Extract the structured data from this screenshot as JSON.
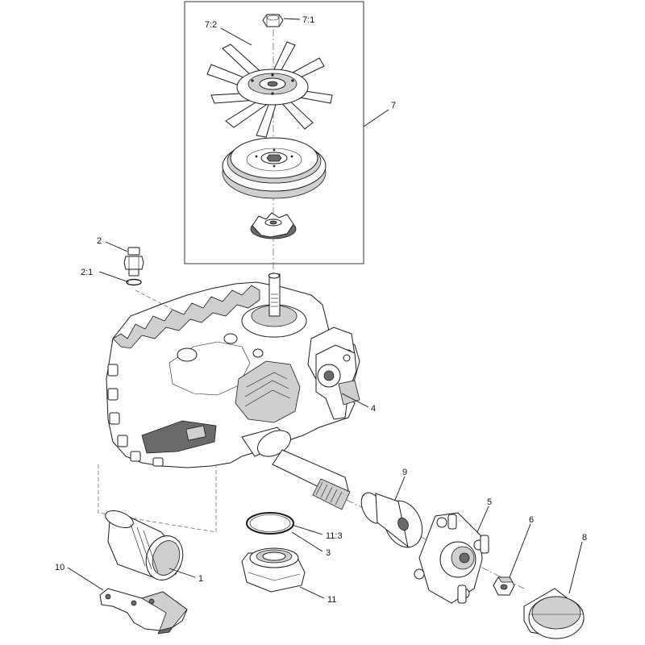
{
  "diagram": {
    "callouts": {
      "c7_1": "7:1",
      "c7_2": "7:2",
      "c7": "7",
      "c2": "2",
      "c2_1": "2:1",
      "c4": "4",
      "c9": "9",
      "c5": "5",
      "c6": "6",
      "c8": "8",
      "c11_3": "11:3",
      "c3": "3",
      "c1": "1",
      "c10": "10",
      "c11": "11"
    }
  }
}
